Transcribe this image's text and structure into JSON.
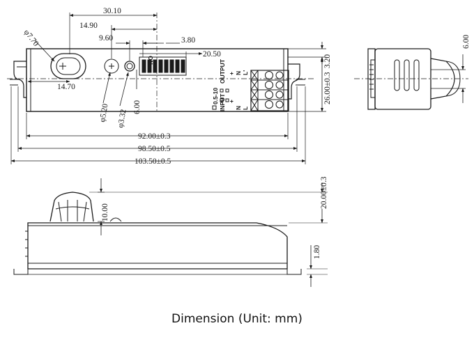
{
  "caption": "Dimension (Unit:  mm)",
  "top_view": {
    "dims": {
      "overall_top": "30.10",
      "lens_width": "14.90",
      "led_offset": "9.60",
      "dip_offset": "3.80",
      "dip_width": "20.50",
      "top_margin": "3.20",
      "height": "26.00±0.3",
      "lens_pos": "14.70",
      "mount_hole": "φ7.70",
      "led_dia": "φ5.20",
      "indicator_dia": "φ3.32",
      "indicator_offset": "6.00",
      "body_length": "92.00±0.3",
      "hole_spacing": "98.50±0.5",
      "overall_length": "103.50±0.5"
    },
    "labels": {
      "dip_on": "ON",
      "output": "OUTPUT",
      "input": "INPUT",
      "dim_signal": "0.5-10",
      "terminals_out": [
        "L'",
        "N",
        "+",
        "−"
      ],
      "terminals_in": [
        "L",
        "N",
        "+",
        "−"
      ]
    }
  },
  "side_view": {
    "dims": {
      "probe": "6.00"
    }
  },
  "front_view": {
    "dims": {
      "sensor_height": "10.00",
      "total_height": "20.00±0.3",
      "base": "1.80"
    }
  }
}
